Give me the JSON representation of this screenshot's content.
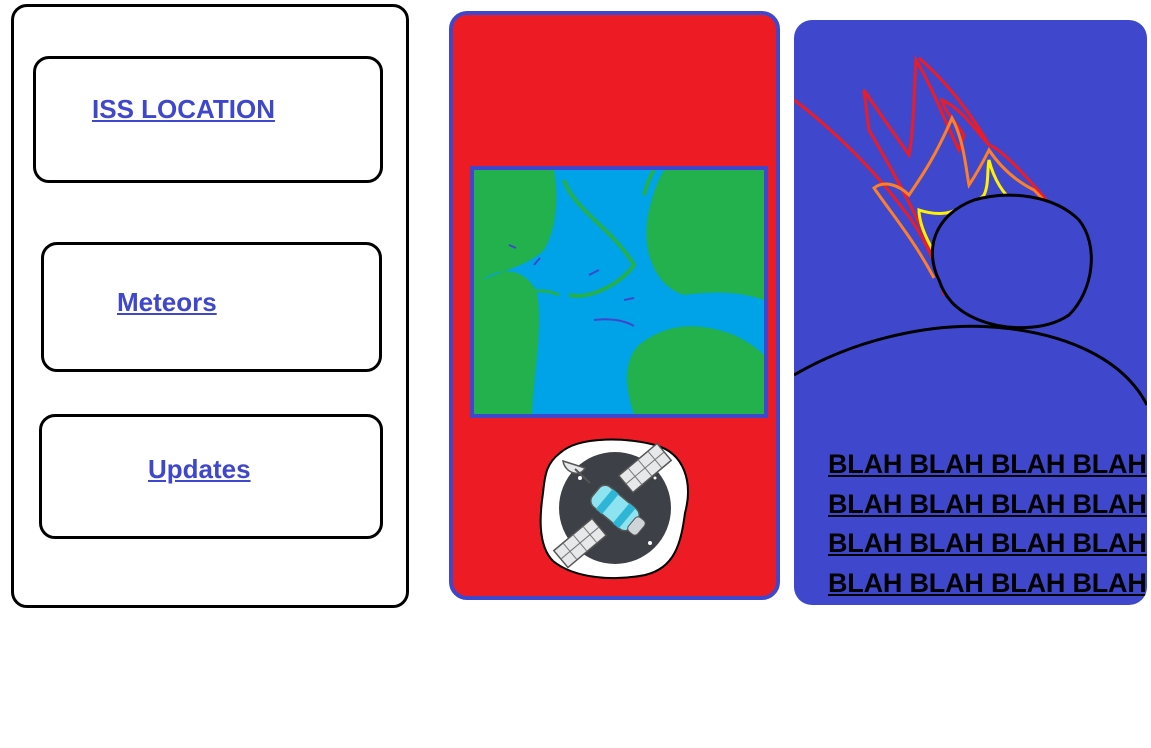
{
  "nav": {
    "items": [
      {
        "label": "ISS LOCATION"
      },
      {
        "label": "Meteors"
      },
      {
        "label": "Updates"
      }
    ]
  },
  "iss_card": {
    "map_icon": "earth-map-icon",
    "satellite_icon": "satellite-icon"
  },
  "meteor_card": {
    "illustration_icon": "meteor-icon",
    "text": "BLAH BLAH BLAH BLAH BLAH BLAH BLAH BLAH BLAH BLAH BLAH BLAH BLAH BLAH BLAH BLAH"
  },
  "colors": {
    "link": "#3f47cc",
    "iss_card_bg": "#ed1c24",
    "card_border": "#3f48cc",
    "meteor_card_bg": "#3f48cc",
    "land": "#22b14c",
    "water": "#00a2e8"
  }
}
